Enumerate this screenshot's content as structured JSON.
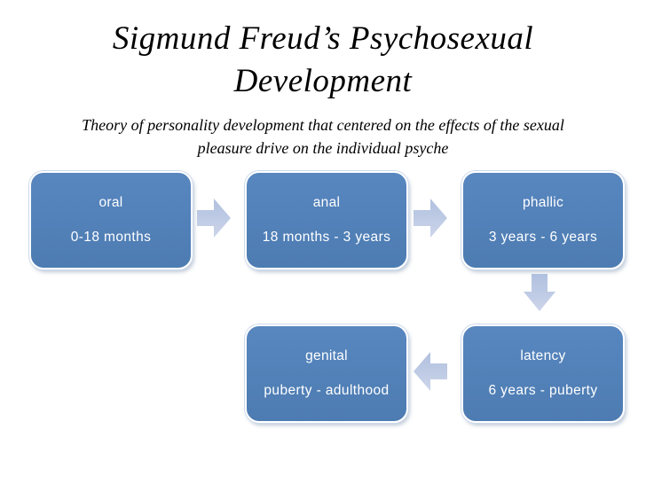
{
  "slide": {
    "title": "Sigmund Freud’s Psychosexual Development",
    "subtitle": "Theory of personality development that centered on the effects of the sexual pleasure drive on the individual psyche"
  },
  "diagram": {
    "stages": [
      {
        "name": "oral",
        "range": "0-18 months"
      },
      {
        "name": "anal",
        "range": "18 months - 3 years"
      },
      {
        "name": "phallic",
        "range": "3 years - 6 years"
      },
      {
        "name": "latency",
        "range": "6 years - puberty"
      },
      {
        "name": "genital",
        "range": "puberty - adulthood"
      }
    ]
  },
  "colors": {
    "background": "#ffffff",
    "title_text": "#000000",
    "stage_fill_top": "#5886bf",
    "stage_fill_bottom": "#4d7cb2",
    "stage_border": "#ffffff",
    "stage_outer_edge": "#ccdaec",
    "stage_text": "#ffffff",
    "arrow_fill_top": "#b0c0df",
    "arrow_fill_bottom": "#ccd5ea"
  }
}
